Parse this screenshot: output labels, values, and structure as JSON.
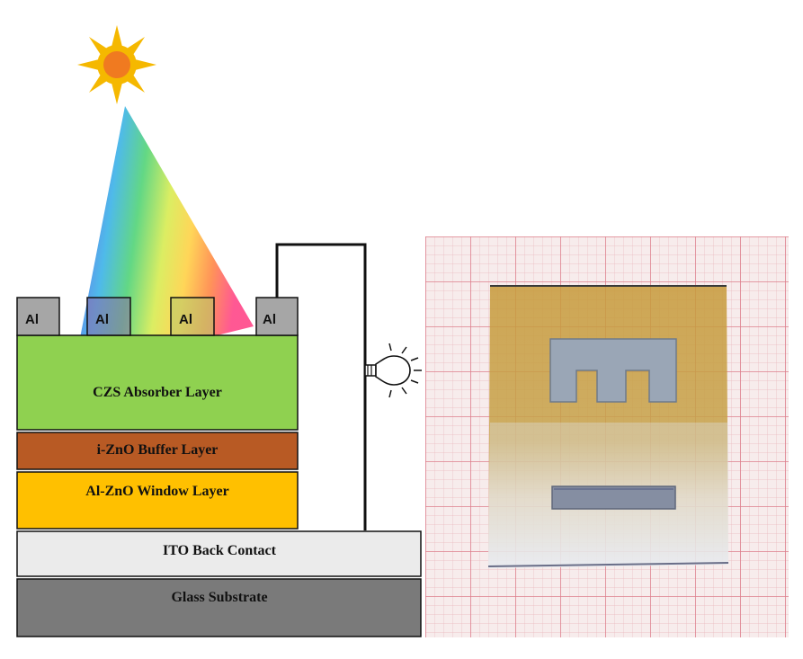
{
  "contacts": [
    "Al",
    "Al",
    "Al",
    "Al"
  ],
  "layers": {
    "absorber": "CZS Absorber Layer",
    "buffer": "i-ZnO Buffer Layer",
    "window": "Al-ZnO Window Layer",
    "back_contact": "ITO Back Contact",
    "substrate": "Glass Substrate"
  },
  "colors": {
    "absorber": "#8fd150",
    "buffer": "#b85a24",
    "window": "#ffc000",
    "back_contact": "#ebebeb",
    "substrate": "#7a7a7a",
    "contact": "#a6a6a6",
    "sun_core": "#f07a20",
    "sun_rays": "#f5b800",
    "grid_paper": "#f7ecec",
    "grid_line": "#e89aa4"
  },
  "icons": [
    "sun-icon",
    "light-bulb-icon"
  ]
}
